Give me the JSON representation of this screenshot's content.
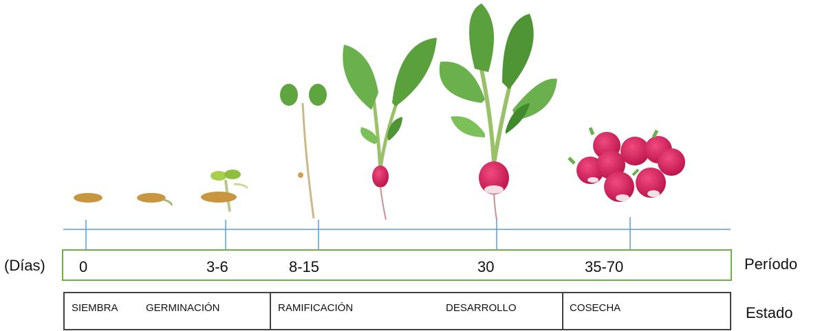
{
  "labels": {
    "dias": "(Días)",
    "periodo": "Período",
    "estado": "Estado"
  },
  "days": [
    "0",
    "3-6",
    "8-15",
    "30",
    "35-70"
  ],
  "stages": [
    "SIEMBRA",
    "GERMINACIÓN",
    "RAMIFICACIÓN",
    "DESARROLLO",
    "COSECHA"
  ],
  "colors": {
    "timeline": "#5b9bd5",
    "period_box": "#70ad47",
    "stage_box": "#404040",
    "seed": "#c8963e",
    "stem": "#b5c98a",
    "leaf": "#6ab04c",
    "leaf_dark": "#3f8a2c",
    "radish": "#d81e5b",
    "root": "#c98f8f"
  },
  "icons": [
    "seed-icon",
    "germinating-seed-icon",
    "sprout-icon",
    "seedling-icon",
    "young-radish-icon",
    "mature-radish-icon",
    "radish-bunch-icon"
  ]
}
